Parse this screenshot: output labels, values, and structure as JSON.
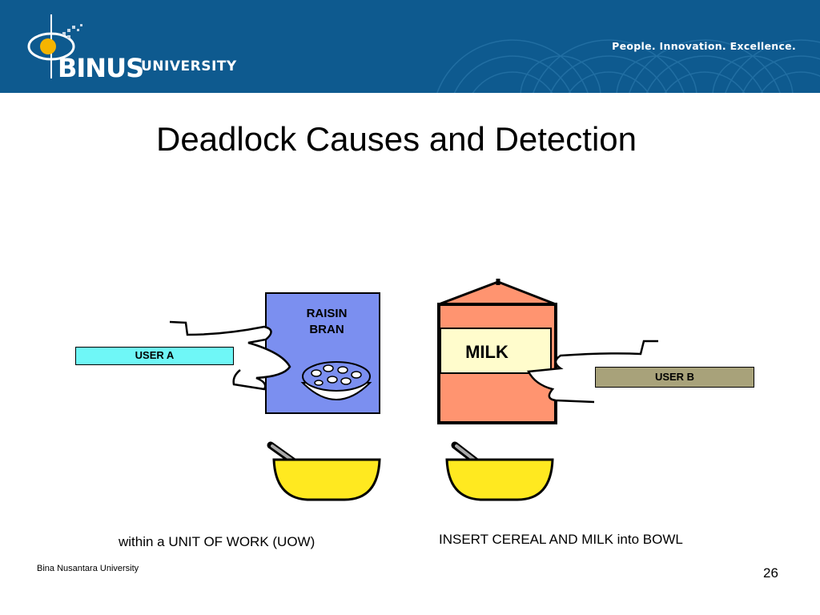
{
  "header": {
    "brand": "BINUS",
    "brand_suffix": "UNIVERSITY",
    "tagline": "People. Innovation. Excellence."
  },
  "slide": {
    "title": "Deadlock Causes and Detection",
    "cereal_box_line1": "RAISIN",
    "cereal_box_line2": "BRAN",
    "milk_label": "MILK",
    "user_a": "USER  A",
    "user_b": "USER  B",
    "caption_left": "within a UNIT OF WORK (UOW)",
    "caption_right": "INSERT CEREAL AND MILK into BOWL"
  },
  "footer": {
    "organization": "Bina Nusantara University",
    "page_number": "26"
  },
  "colors": {
    "header_bg": "#0e5a8f",
    "cereal_box": "#7b8ff0",
    "milk_carton": "#ff9470",
    "milk_label_bg": "#fffccc",
    "bowl": "#ffe920",
    "user_a_bg": "#6ff7f7",
    "user_b_bg": "#a8a27a"
  }
}
